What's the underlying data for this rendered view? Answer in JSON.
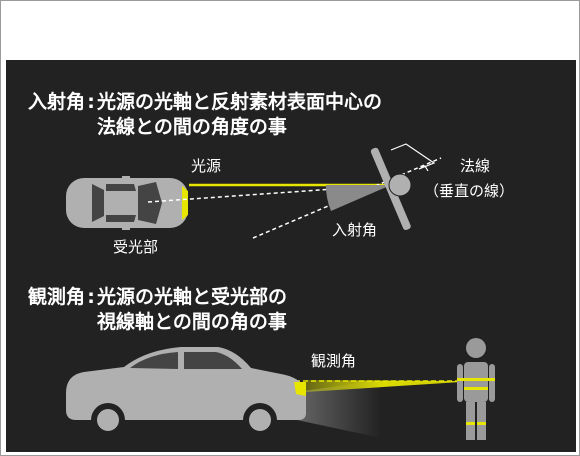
{
  "incidence": {
    "term": "入射角",
    "definition_lines": [
      "光源の光軸と反射素材表面中心の",
      "法線との間の角度の事"
    ],
    "labels": {
      "light_source": "光源",
      "normal": "法線",
      "normal_note": "（垂直の線）",
      "receiver": "受光部",
      "angle": "入射角"
    }
  },
  "observation": {
    "term": "観測角",
    "definition_lines": [
      "光源の光軸と受光部の",
      "視線軸との間の角の事"
    ],
    "labels": {
      "angle": "観測角"
    }
  },
  "colors": {
    "panel_background": "#222222",
    "text": "#ffffff",
    "light_beam": "#e6e600",
    "angle_wedge": "#8a8a8a",
    "vehicle": "#b0b0b0",
    "person": "#9a9a9a",
    "reflective_band": "#e6e600"
  },
  "icons": [
    "car-top-view-icon",
    "retroreflector-icon",
    "car-side-view-icon",
    "person-icon"
  ]
}
